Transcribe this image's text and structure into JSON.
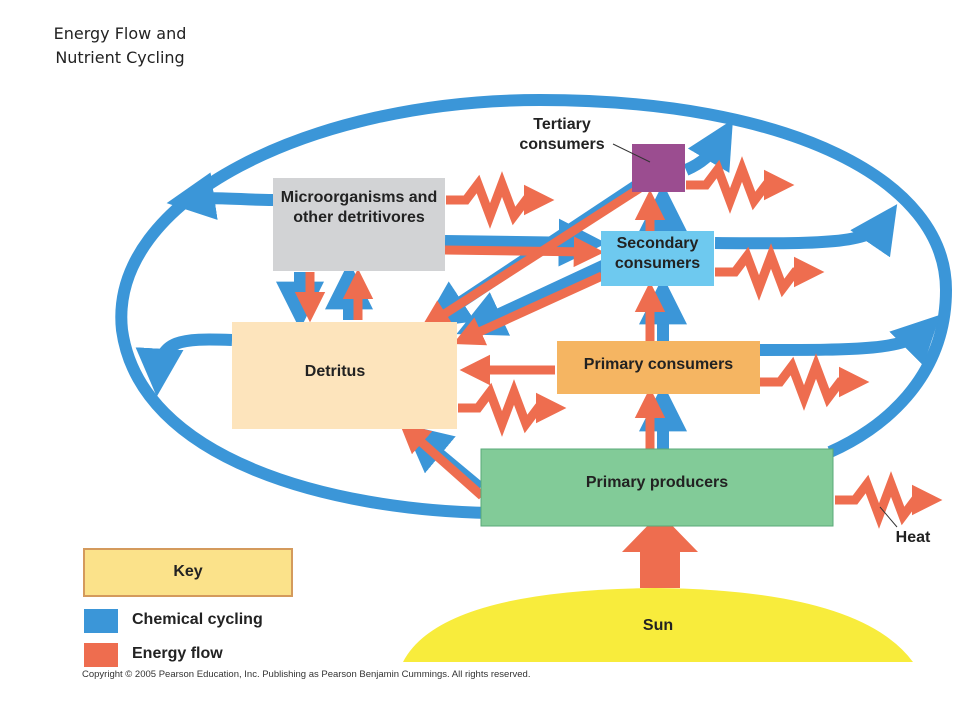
{
  "title": "Energy Flow and Nutrient Cycling",
  "nodes": {
    "tertiary": "Tertiary consumers",
    "microorganisms": "Microorganisms and other detritivores",
    "secondary": "Secondary consumers",
    "detritus": "Detritus",
    "primary_consumers": "Primary consumers",
    "primary_producers": "Primary producers",
    "sun": "Sun",
    "heat": "Heat"
  },
  "key": {
    "title": "Key",
    "chemical": "Chemical cycling",
    "energy": "Energy flow"
  },
  "colors": {
    "chemical": "#3b96d8",
    "energy": "#ee6d4f",
    "sun": "#f8ec3c",
    "key_box": "#fbe28a",
    "tertiary_box": "#9b4d90",
    "micro_box": "#d2d3d5",
    "secondary_box": "#6ec9ef",
    "detritus_box": "#fde4bc",
    "primary_consumers_box": "#f5b562",
    "primary_producers_box": "#82cb98"
  },
  "copyright": "Copyright © 2005 Pearson Education, Inc. Publishing as Pearson Benjamin Cummings. All rights reserved."
}
